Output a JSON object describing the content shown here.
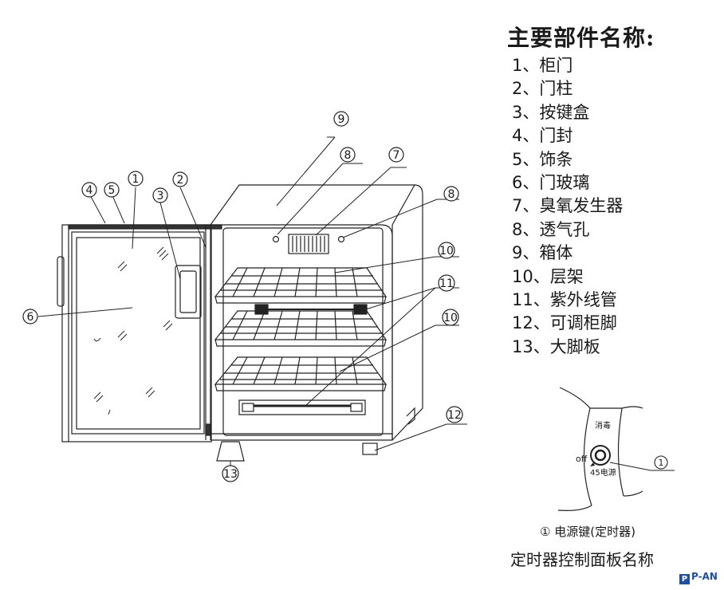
{
  "parts_title": "主要部件名称:",
  "parts": [
    {
      "num": "1、",
      "name": "柜门"
    },
    {
      "num": "2、",
      "name": "门柱"
    },
    {
      "num": "3、",
      "name": "按键盒"
    },
    {
      "num": "4、",
      "name": "门封"
    },
    {
      "num": "5、",
      "name": "饰条"
    },
    {
      "num": "6、",
      "name": "门玻璃"
    },
    {
      "num": "7、",
      "name": "臭氧发生器"
    },
    {
      "num": "8、",
      "name": "透气孔"
    },
    {
      "num": "9、",
      "name": "箱体"
    },
    {
      "num": "10、",
      "name": "层架"
    },
    {
      "num": "11、",
      "name": "紫外线管"
    },
    {
      "num": "12、",
      "name": "可调柜脚"
    },
    {
      "num": "13、",
      "name": "大脚板"
    }
  ],
  "callouts": {
    "c1": "1",
    "c2": "2",
    "c3": "3",
    "c4": "4",
    "c5": "5",
    "c6": "6",
    "c7": "7",
    "c8": "8",
    "c9": "9",
    "c10": "10",
    "c11": "11",
    "c12": "12",
    "c13": "13"
  },
  "panel": {
    "disinfect": "消毒",
    "off": "off",
    "power": "45电源",
    "callout": "1",
    "caption": "① 电源键(定时器)",
    "title": "定时器控制面板名称"
  },
  "logo": {
    "mark": "P",
    "text": "P-AN"
  }
}
